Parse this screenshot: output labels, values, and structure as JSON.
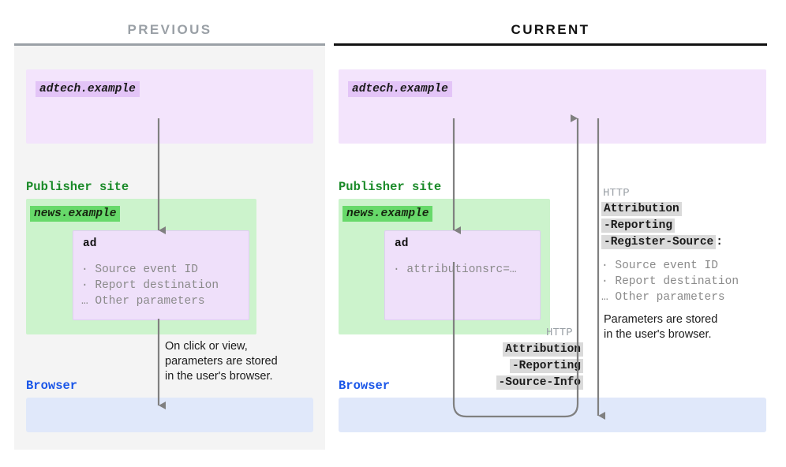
{
  "columns": {
    "previous": {
      "title": "PREVIOUS",
      "color": "#9aa0a6"
    },
    "current": {
      "title": "CURRENT",
      "color": "#111111"
    }
  },
  "previous": {
    "adtech_domain": "adtech.example",
    "publisher_label": "Publisher site",
    "publisher_domain": "news.example",
    "ad_title": "ad",
    "ad_params": "· Source event ID\n· Report destination\n… Other parameters",
    "note": "On click or view,\nparameters are stored\nin the user's browser.",
    "browser_label": "Browser"
  },
  "current": {
    "adtech_domain": "adtech.example",
    "publisher_label": "Publisher site",
    "publisher_domain": "news.example",
    "ad_title": "ad",
    "ad_params": "· attributionsrc=…",
    "browser_label": "Browser",
    "response_header": {
      "protocol": "HTTP",
      "line1": "Attribution",
      "line2": "-Reporting",
      "line3": "-Register-Source",
      "colon": ":",
      "params": "· Source event ID\n· Report destination\n… Other parameters"
    },
    "request_header": {
      "protocol": "HTTP",
      "line1": "Attribution",
      "line2": "-Reporting",
      "line3": "-Source-Info"
    },
    "note": "Parameters are stored\nin the user's browser."
  },
  "colors": {
    "adtech_bg": "#f3e4fc",
    "publisher_bg": "#ccf3cc",
    "browser_bg": "#e0e8fa",
    "ad_bg": "#efe0fa",
    "chip_purple": "#e3c4f7",
    "chip_green": "#67d96a",
    "green_text": "#1a8a28",
    "blue_text": "#1a56e8",
    "arrow": "#808080",
    "highlight": "#dadada"
  }
}
